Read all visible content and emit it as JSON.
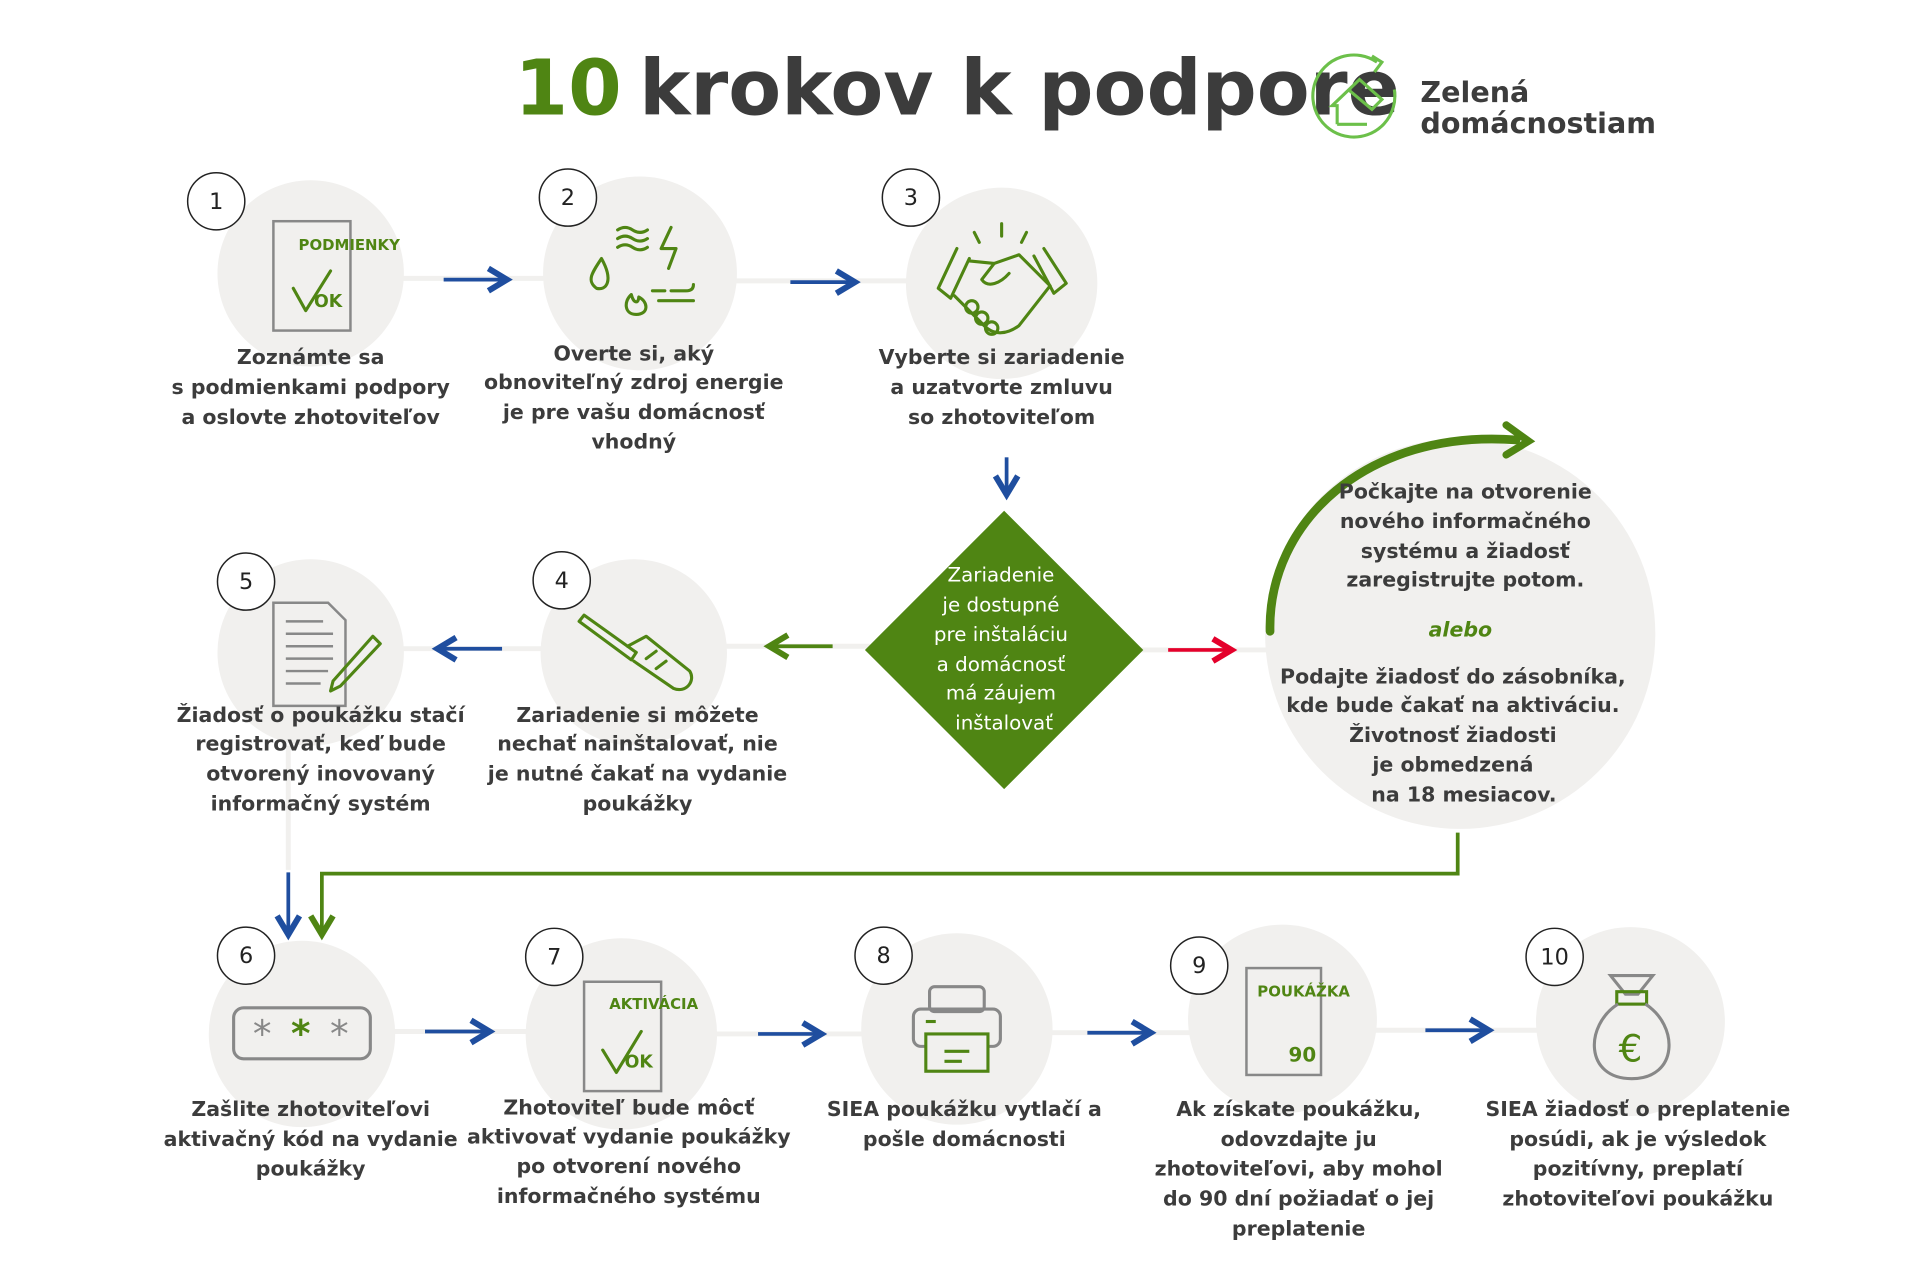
{
  "title": {
    "number": "10",
    "rest": "krokov k podpore"
  },
  "logo": {
    "line1": "Zelená",
    "line2": "domácnostiam"
  },
  "colors": {
    "green": "#4f8513",
    "dark": "#3c3c3c",
    "blue": "#1f4e9f",
    "red": "#e4002b",
    "circle": "#f1f0ee",
    "logo_green": "#6cc04a"
  },
  "steps": [
    {
      "number": "1",
      "icon": "document-ok-icon",
      "icon_label": "PODMIENKY",
      "icon_ok": "OK",
      "lines": [
        "Zoznámte sa",
        "s podmienkami podpory",
        "a oslovte zhotoviteľov"
      ]
    },
    {
      "number": "2",
      "icon": "energy-sources-icon",
      "lines": [
        "Overte si, aký",
        "obnoviteľný zdroj energie",
        "je pre vašu domácnosť",
        "vhodný"
      ]
    },
    {
      "number": "3",
      "icon": "handshake-icon",
      "lines": [
        "Vyberte si zariadenie",
        "a uzatvorte zmluvu",
        "so zhotoviteľom"
      ]
    },
    {
      "number": "4",
      "icon": "screwdriver-icon",
      "lines": [
        "Zariadenie si môžete",
        "nechať nainštalovať, nie",
        "je nutné čakať na vydanie",
        "poukážky"
      ]
    },
    {
      "number": "5",
      "icon": "document-pen-icon",
      "lines": [
        "Žiadosť o poukážku stačí",
        "registrovať, keď bude",
        "otvorený inovovaný",
        "informačný systém"
      ]
    },
    {
      "number": "6",
      "icon": "password-icon",
      "lines": [
        "Zašlite zhotoviteľovi",
        "aktivačný kód na vydanie",
        "poukážky"
      ]
    },
    {
      "number": "7",
      "icon": "document-ok-icon",
      "icon_label": "AKTIVÁCIA",
      "icon_ok": "OK",
      "lines": [
        "Zhotoviteľ bude môcť",
        "aktivovať vydanie poukážky",
        "po otvorení nového",
        "informačného systému"
      ]
    },
    {
      "number": "8",
      "icon": "printer-icon",
      "lines": [
        "SIEA poukážku vytlačí a",
        "pošle domácnosti"
      ]
    },
    {
      "number": "9",
      "icon": "voucher-icon",
      "icon_label": "POUKÁŽKA",
      "icon_value": "90",
      "lines": [
        "Ak získate poukážku,",
        "odovzdajte ju",
        "zhotoviteľovi, aby mohol",
        "do 90 dní požiadať o jej",
        "preplatenie"
      ]
    },
    {
      "number": "10",
      "icon": "money-bag-icon",
      "icon_symbol": "€",
      "lines": [
        "SIEA žiadosť o preplatenie",
        "posúdi, ak je výsledok",
        "pozitívny, preplatí",
        "zhotoviteľovi poukážku"
      ]
    }
  ],
  "decision": {
    "lines": [
      "Zariadenie",
      "je dostupné",
      "pre inštaláciu",
      "a domácnosť",
      "má záujem",
      "inštalovať"
    ]
  },
  "waiting": {
    "part1": [
      "Počkajte na otvorenie",
      "nového informačného",
      "systému a žiadosť",
      "zaregistrujte potom."
    ],
    "or": "alebo",
    "part2": [
      "Podajte žiadosť do zásobníka,",
      "kde bude čakať na aktiváciu.",
      "Životnosť žiadosti",
      "je obmedzená",
      "na 18 mesiacov."
    ]
  }
}
